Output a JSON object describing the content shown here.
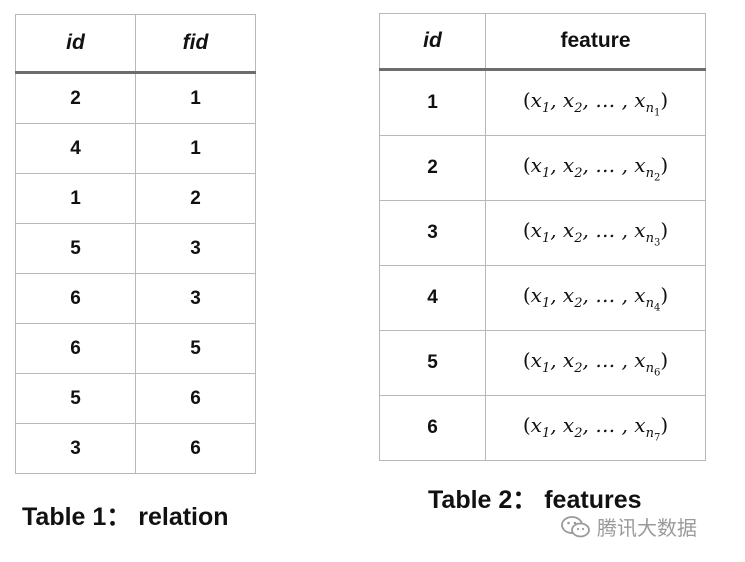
{
  "table1": {
    "headers": [
      "id",
      "fid"
    ],
    "rows": [
      [
        "2",
        "1"
      ],
      [
        "4",
        "1"
      ],
      [
        "1",
        "2"
      ],
      [
        "5",
        "3"
      ],
      [
        "6",
        "3"
      ],
      [
        "6",
        "5"
      ],
      [
        "5",
        "6"
      ],
      [
        "3",
        "6"
      ]
    ],
    "caption": "Table 1： relation"
  },
  "table2": {
    "headers": [
      "id",
      "feature"
    ],
    "rows": [
      {
        "id": "1",
        "nsub": "1"
      },
      {
        "id": "2",
        "nsub": "2"
      },
      {
        "id": "3",
        "nsub": "3"
      },
      {
        "id": "4",
        "nsub": "4"
      },
      {
        "id": "5",
        "nsub": "6"
      },
      {
        "id": "6",
        "nsub": "7"
      }
    ],
    "caption": "Table 2： features"
  },
  "watermark": {
    "icon": "wechat-icon",
    "text": "腾讯大数据",
    "color": "#9a9a9a"
  }
}
